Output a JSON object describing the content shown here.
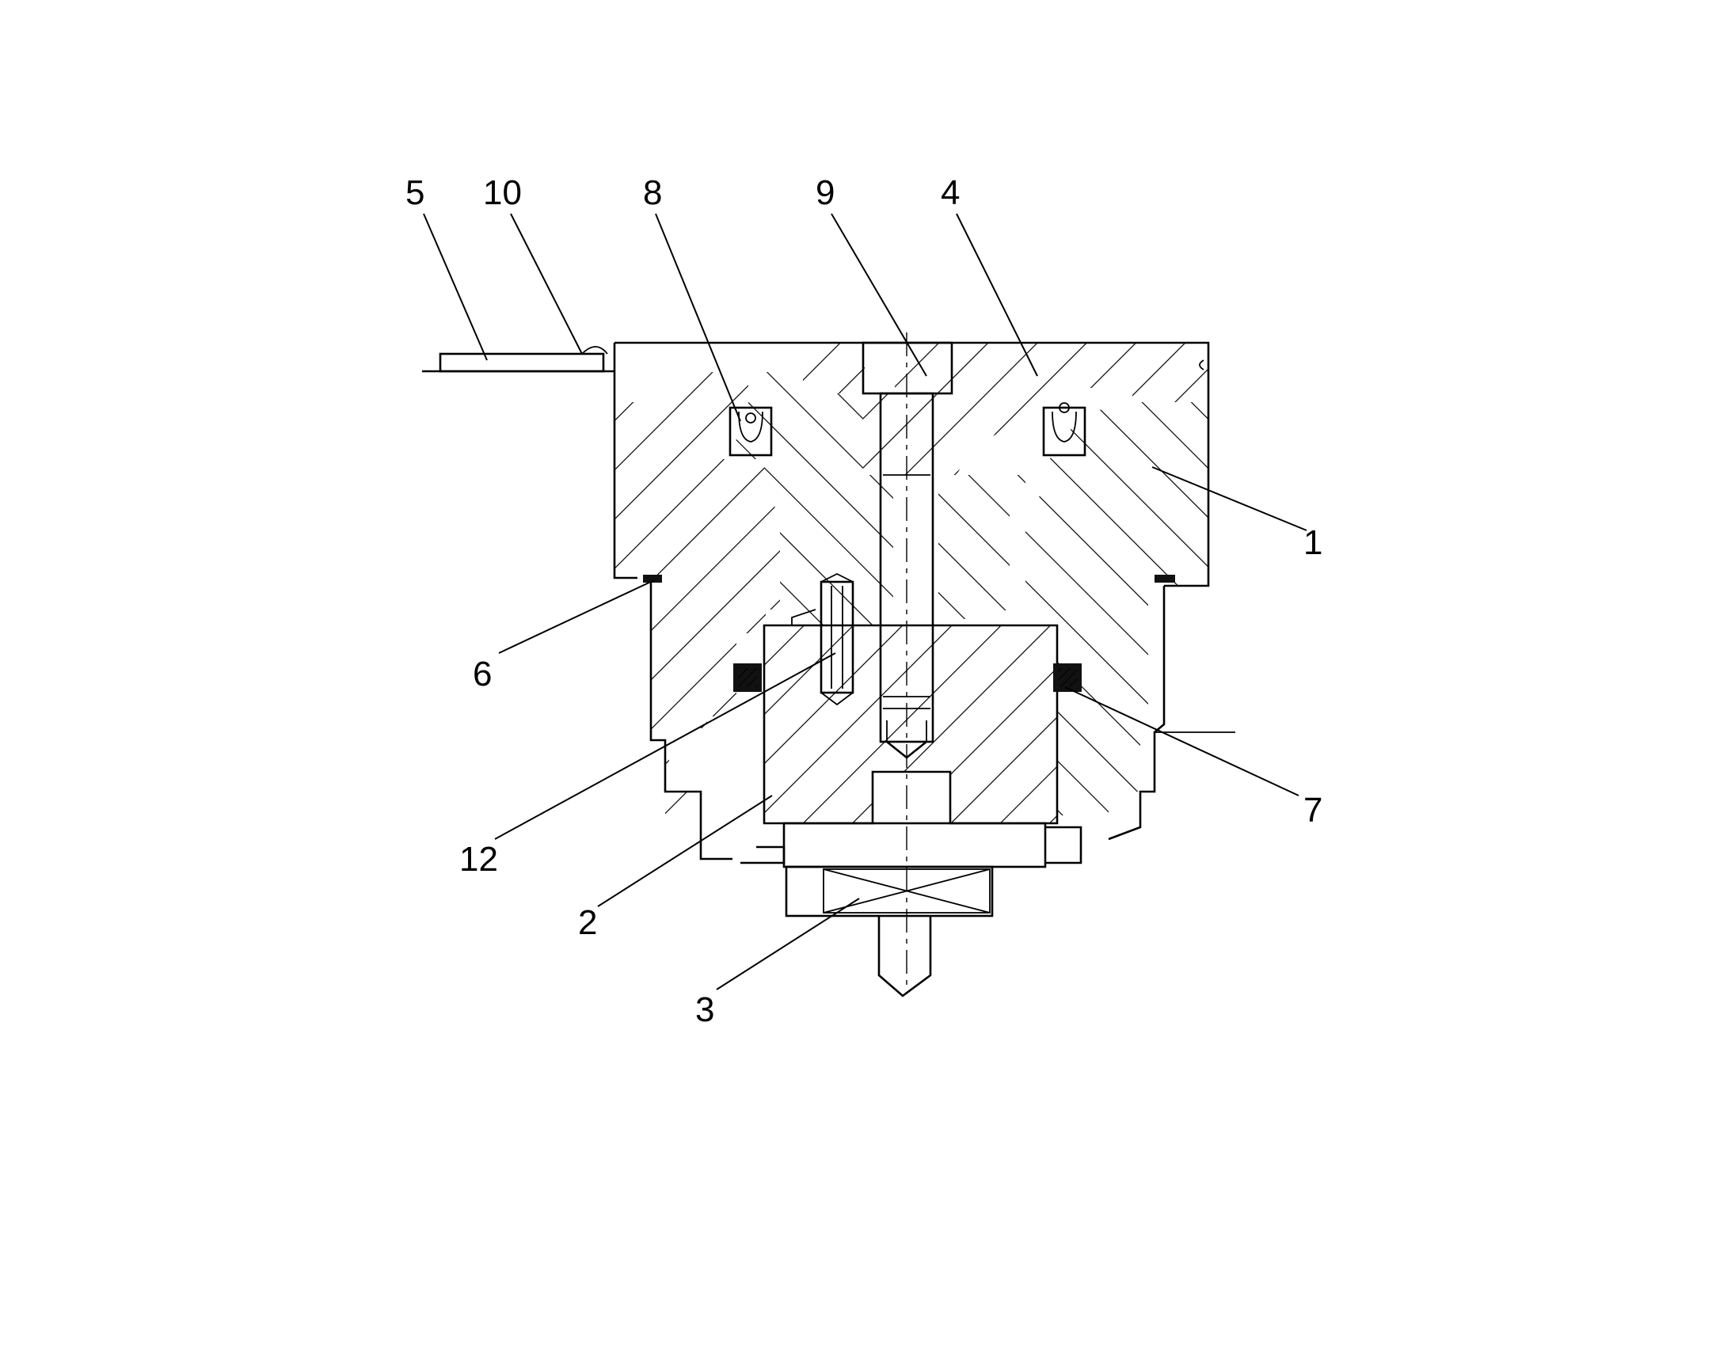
{
  "drawing": {
    "labels": [
      "5",
      "10",
      "8",
      "9",
      "4",
      "1",
      "6",
      "7",
      "12",
      "2",
      "3"
    ]
  },
  "colors": {
    "line": "#000000",
    "background": "#ffffff"
  }
}
